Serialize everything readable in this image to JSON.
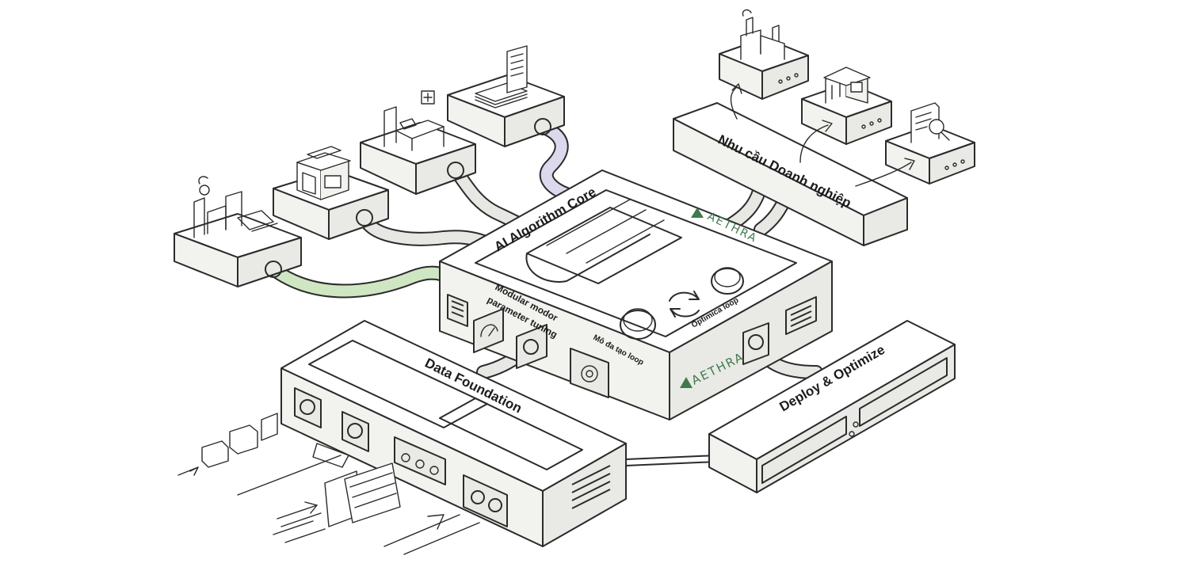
{
  "labels": {
    "core": "AI Algorithm Core",
    "business": "Nhu cầu Doanh nghiệp",
    "foundation": "Data Foundation",
    "deploy": "Deploy & Optimize",
    "modular": "Modular modor",
    "modular2": "parameter tuning",
    "loop_left": "Mô đa tạo loop",
    "loop_right": "Óptimica loop"
  },
  "brand": {
    "top": "AETHRA",
    "bottom": "AETHRA"
  },
  "colors": {
    "ink": "#2b2b2b",
    "accent_green": "#cfe6c3",
    "accent_purple": "#dcd9ee",
    "brand_green": "#3f7a4d"
  },
  "icons": {
    "source_nodes": [
      "factory-icon",
      "shop-icon",
      "hospital-bed-icon",
      "documents-icon"
    ],
    "business_nodes": [
      "factory-icon",
      "storefront-icon",
      "report-search-icon"
    ],
    "core_controls": [
      "gauge-icon",
      "gear-icon",
      "refresh-loop-icon",
      "knob-icon"
    ]
  }
}
